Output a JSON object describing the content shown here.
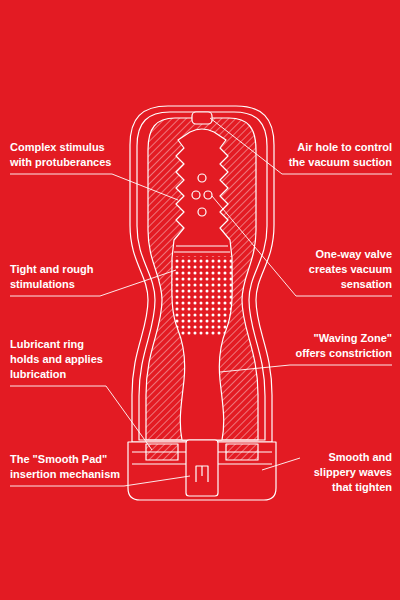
{
  "diagram": {
    "labels": [
      "Complex stimulus with protuberances",
      "Air hole to control the vacuum suction",
      "One-way valve creates vacuum sensation",
      "Tight and rough stimulations",
      "\"Waving Zone\" offers constriction",
      "Lubricant ring holds and applies lubrication",
      "Smooth and slippery waves that tighten",
      "The \"Smooth Pad\" insertion mechanism"
    ]
  }
}
